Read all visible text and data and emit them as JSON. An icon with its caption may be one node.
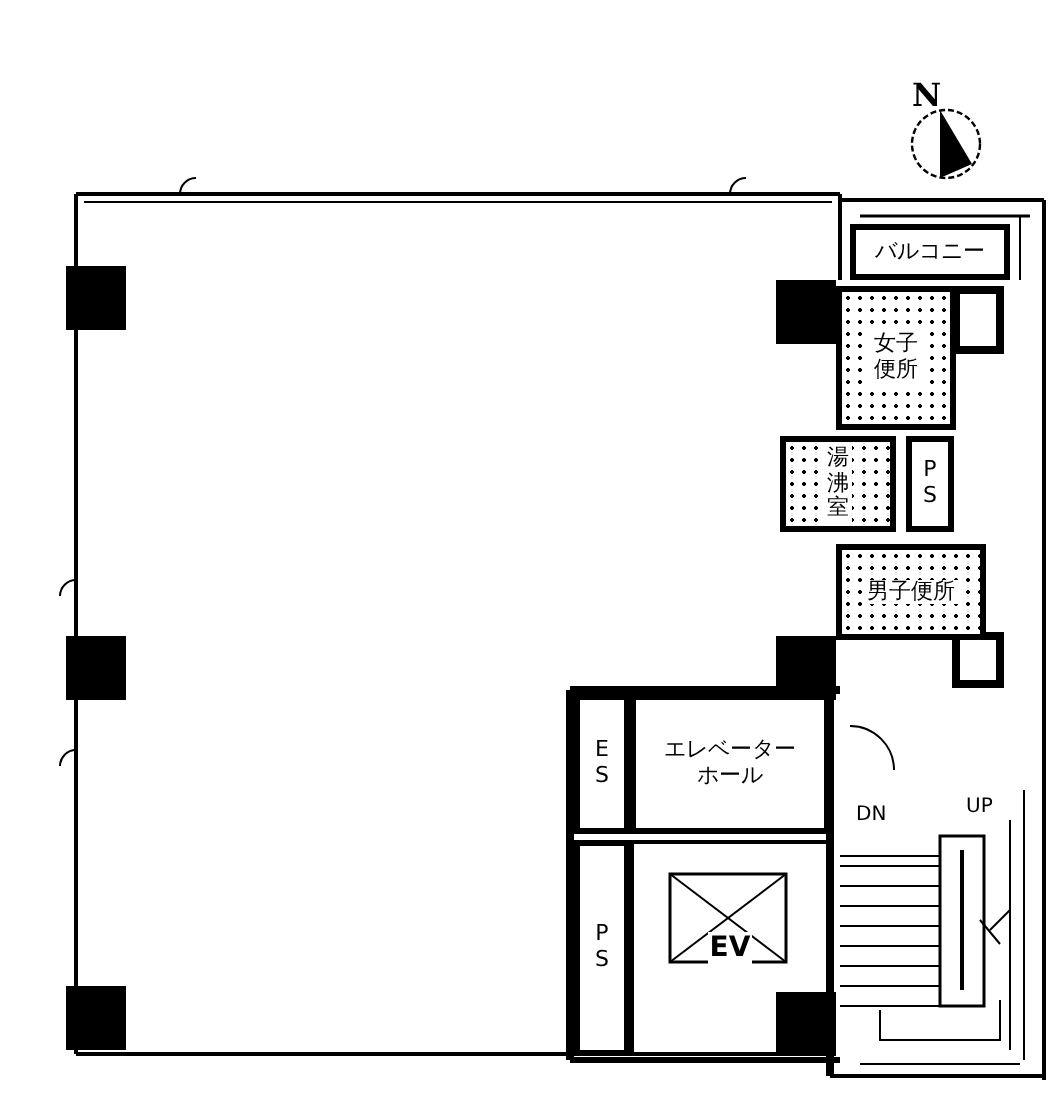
{
  "diagram": {
    "nodes": [
      {
        "text": [
          "バルコニー"
        ]
      },
      {
        "text": [
          "女子便所"
        ]
      },
      {
        "text": [
          "湯沸室"
        ]
      },
      {
        "text": [
          "PS"
        ]
      },
      {
        "text": [
          "男子便所"
        ]
      },
      {
        "text": [
          "ES"
        ]
      },
      {
        "text": [
          "エレベーターホール"
        ]
      },
      {
        "text": [
          "EV"
        ]
      },
      {
        "text": [
          "PS"
        ]
      }
    ],
    "labels": [
      "N",
      "DN",
      "UP"
    ]
  }
}
